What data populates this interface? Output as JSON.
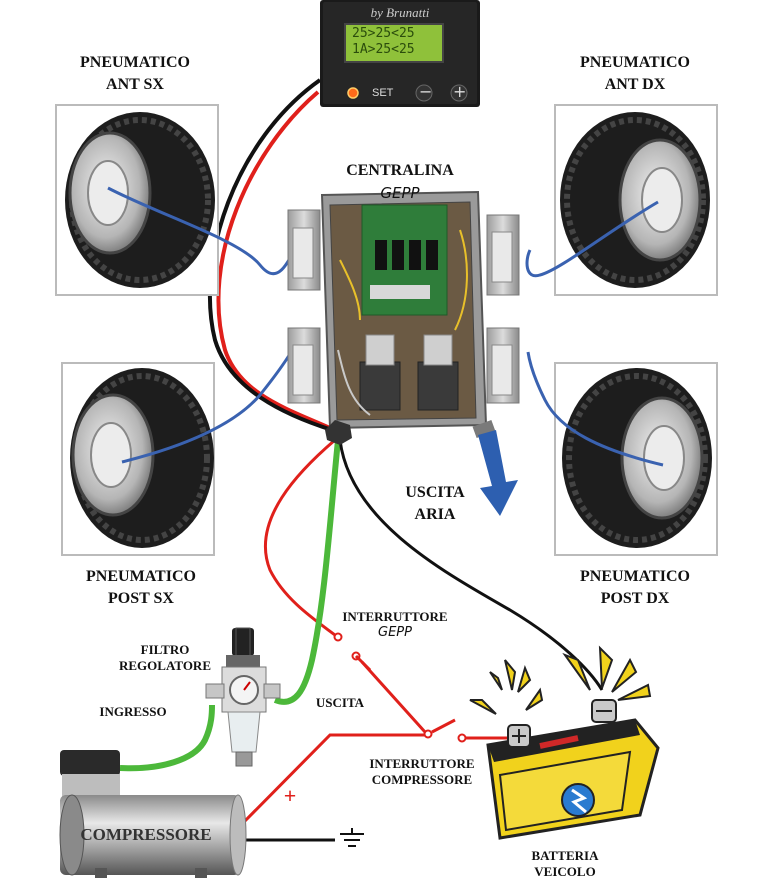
{
  "controller": {
    "brand": "by Brunatti",
    "lcd_line1": "25>25<25",
    "lcd_line2": "1A>25<25",
    "set_label": "SET",
    "minus_label": "−",
    "plus_label": "+"
  },
  "tires": {
    "front_left": {
      "line1": "PNEUMATICO",
      "line2": "ANT SX"
    },
    "front_right": {
      "line1": "PNEUMATICO",
      "line2": "ANT DX"
    },
    "rear_left": {
      "line1": "PNEUMATICO",
      "line2": "POST SX"
    },
    "rear_right": {
      "line1": "PNEUMATICO",
      "line2": "POST DX"
    }
  },
  "unit": {
    "line1": "CENTRALINA",
    "line2": "GEPP"
  },
  "air_out": {
    "line1": "USCITA",
    "line2": "ARIA"
  },
  "switch_gepp": {
    "line1": "INTERRUTTORE",
    "line2": "GEPP"
  },
  "filter": {
    "line1": "FILTRO",
    "line2": "REGOLATORE"
  },
  "inlet_label": "INGRESSO",
  "outlet_label": "USCITA",
  "switch_compressor": {
    "line1": "INTERRUTTORE",
    "line2": "COMPRESSORE"
  },
  "compressor_label": "COMPRESSORE",
  "plus_sign": "+",
  "battery": {
    "line1": "BATTERIA",
    "line2": "VEICOLO"
  },
  "colors": {
    "positive_wire": "#e0201b",
    "negative_wire": "#111111",
    "air_hose": "#4cb83a",
    "sensor_hose": "#3a62b0",
    "arrow": "#2d5fb0",
    "battery_yellow": "#f1d21c"
  }
}
